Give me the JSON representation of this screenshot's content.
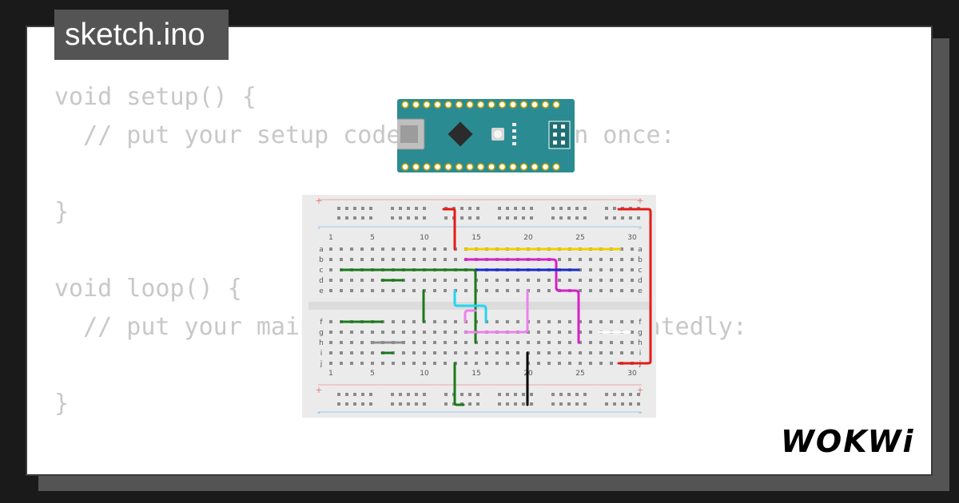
{
  "tab": {
    "title": "sketch.ino"
  },
  "code": {
    "lines": [
      "void setup() {",
      "  // put your setup code here, to run once:",
      "",
      "}",
      "",
      "void loop() {",
      "  // put your main code here, to run repeatedly:",
      "",
      "}"
    ]
  },
  "logo": {
    "text": "WOKWi"
  },
  "breadboard": {
    "column_numbers": [
      "1",
      "5",
      "10",
      "15",
      "20",
      "25",
      "30"
    ],
    "row_letters_top": [
      "a",
      "b",
      "c",
      "d",
      "e"
    ],
    "row_letters_bottom": [
      "f",
      "g",
      "h",
      "i",
      "j"
    ],
    "plus_sign": "+",
    "minus_sign": "-"
  },
  "colors": {
    "background": "#1a1a1a",
    "card": "#ffffff",
    "tab": "#545454",
    "code_text": "#c8c8c8",
    "nano_board": "#2a8c92",
    "wire_red": "#e41b17",
    "wire_yellow": "#f0d000",
    "wire_magenta": "#d620c8",
    "wire_blue": "#1a2ad0",
    "wire_green": "#1a7a1a",
    "wire_cyan": "#22d6f0",
    "wire_pink": "#ec82ec",
    "wire_gray": "#8c8c8c",
    "wire_black": "#000000",
    "wire_white": "#ffffff"
  }
}
